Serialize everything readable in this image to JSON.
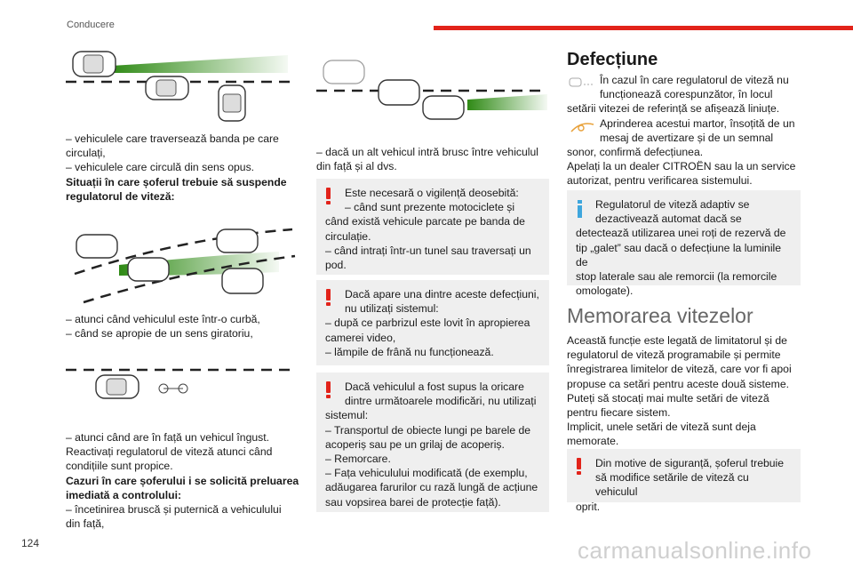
{
  "header": {
    "section": "Conducere"
  },
  "footer": {
    "page_number": "124",
    "watermark": "carmanualsonline.info"
  },
  "col1": {
    "p1_line1": "– vehiculele care traversează banda pe care",
    "p1_line2": "circulați,",
    "p1_line3": "– vehiculele care circulă din sens opus.",
    "bold1_line1": "Situații în care șoferul trebuie să suspende",
    "bold1_line2": "regulatorul de viteză:",
    "p2_line1": "– atunci când vehiculul este într-o curbă,",
    "p2_line2": "– când se apropie de un sens giratoriu,",
    "p3_line1": "– atunci când are în față un vehicul îngust.",
    "p3_line2": "Reactivați regulatorul de viteză atunci când",
    "p3_line3": "condițiile sunt propice.",
    "bold2_line1": "Cazuri în care șoferului i se solicită preluarea",
    "bold2_line2": "imediată a controlului:",
    "p4_line1": "– încetinirea bruscă și puternică a vehiculului",
    "p4_line2": "din față,"
  },
  "col2": {
    "p1_line1": "– dacă un alt vehicul intră brusc între vehiculul",
    "p1_line2": "din față și al dvs.",
    "note1": {
      "l1": "Este necesară o vigilență deosebită:",
      "l2": "– când sunt prezente motociclete și",
      "l3": "când există vehicule parcate pe banda de",
      "l4": "circulație.",
      "l5": "– când intrați într-un tunel sau traversați un",
      "l6": "pod."
    },
    "note2": {
      "l1": "Dacă apare una dintre aceste defecțiuni,",
      "l2": "nu utilizați sistemul:",
      "l3": "– după ce parbrizul este lovit în apropierea",
      "l4": "camerei video,",
      "l5": "– lămpile de frână nu funcționează."
    },
    "note3": {
      "l1": "Dacă vehiculul a fost supus la oricare",
      "l2": "dintre următoarele modificări, nu utilizați",
      "l3": "sistemul:",
      "l4": "– Transportul de obiecte lungi pe barele de",
      "l5": "acoperiș sau pe un grilaj de acoperiș.",
      "l6": "– Remorcare.",
      "l7": "– Fața vehiculului modificată (de exemplu,",
      "l8": "adăugarea farurilor cu rază lungă de acțiune",
      "l9": "sau vopsirea barei de protecție față)."
    }
  },
  "col3": {
    "defect_title": "Defecțiune",
    "d1_l1": "În cazul în care regulatorul de viteză nu",
    "d1_l2": "funcționează corespunzător, în locul",
    "d1_l3": "setării vitezei de referință se afișează liniuțe.",
    "d2_l1": "Aprinderea acestui martor, însoțită de un",
    "d2_l2": "mesaj de avertizare și de un semnal",
    "d2_l3": "sonor, confirmă defecțiunea.",
    "d2_l4": "Apelați la un dealer CITROËN sau la un service",
    "d2_l5": "autorizat, pentru verificarea sistemului.",
    "info_note": {
      "l1": "Regulatorul de viteză adaptiv se",
      "l2": "dezactivează automat dacă se",
      "l3": "detectează utilizarea unei roți de rezervă de",
      "l4": "tip „galet” sau dacă o defecțiune la luminile de",
      "l5": "stop laterale sau ale remorcii (la remorcile",
      "l6": "omologate)."
    },
    "mem_title": "Memorarea vitezelor",
    "m_l1": "Această funcție este legată de limitatorul și de",
    "m_l2": "regulatorul de viteză programabile și permite",
    "m_l3": "înregistrarea limitelor de viteză, care vor fi apoi",
    "m_l4": "propuse ca setări pentru aceste două sisteme.",
    "m_l5": "Puteți să stocați mai multe setări de viteză",
    "m_l6": "pentru fiecare sistem.",
    "m_l7": "Implicit, unele setări de viteză sunt deja",
    "m_l8": "memorate.",
    "warn_note": {
      "l1": "Din motive de siguranță, șoferul trebuie",
      "l2": "să modifice setările de viteză cu vehiculul",
      "l3": "oprit."
    }
  },
  "colors": {
    "accent_red": "#e2231a",
    "info_blue": "#3ea6dd",
    "note_bg": "#efefef",
    "beam_green": "#3c9a1f"
  },
  "icons": [
    "dashes-display-icon",
    "cruise-control-warning-icon",
    "warning-exclamation-icon",
    "info-icon"
  ]
}
